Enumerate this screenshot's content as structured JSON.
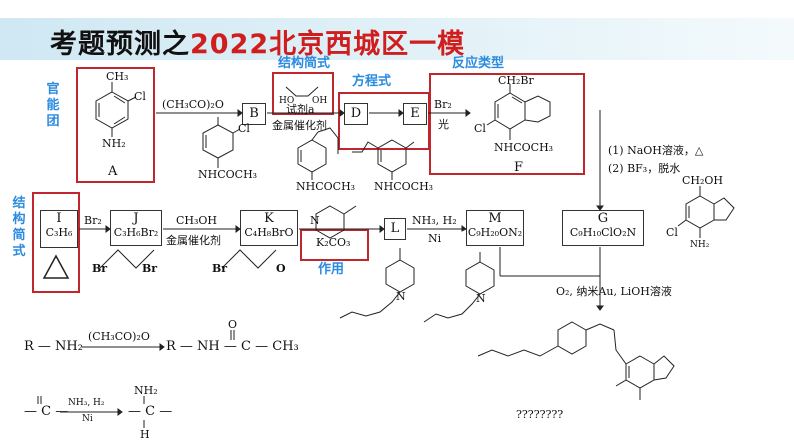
{
  "header": {
    "title_prefix": "考题预测之",
    "title_accent": "2022北京西城区一模"
  },
  "labels": {
    "functional_group": "官能团",
    "structural_formula_top": "结构简式",
    "equation": "方程式",
    "reaction_type": "反应类型",
    "structural_formula_left": "结构简式",
    "effect": "作用"
  },
  "compounds": {
    "A": {
      "label": "A",
      "substituents": [
        "CH₃",
        "Cl",
        "NH₂"
      ]
    },
    "B": {
      "label": "B"
    },
    "D": {
      "label": "D"
    },
    "E": {
      "label": "E"
    },
    "F": {
      "label": "F",
      "substituents": [
        "CH₂Br",
        "Cl",
        "NHCOCH₃"
      ]
    },
    "G": {
      "label": "G",
      "formula": "C₉H₁₀ClO₂N",
      "substituents": [
        "CH₂OH",
        "Cl",
        "NH₂"
      ]
    },
    "I": {
      "label": "I",
      "formula": "C₃H₆"
    },
    "J": {
      "label": "J",
      "formula": "C₃H₆Br₂"
    },
    "K": {
      "label": "K",
      "formula": "C₄H₈BrO"
    },
    "L": {
      "label": "L"
    },
    "M": {
      "label": "M",
      "formula": "C₉H₂₀ON₂"
    },
    "product": {
      "label": "????????"
    }
  },
  "reagents": {
    "a_to_b_top": "(CH₃CO)₂O",
    "b_struct": [
      "NHCOCH₃",
      "Cl"
    ],
    "reagent_a": "试剂a",
    "catalyst": "金属催化剂",
    "e_to_f_top": "Br₂",
    "e_to_f_bottom": "光",
    "f_to_g_1": "(1) NaOH溶液，△",
    "f_to_g_2": "(2) BF₃，脱水",
    "i_to_j": "Br₂",
    "j_to_k_top": "CH₃OH",
    "j_to_k_bottom": "金属催化剂",
    "k_to_l": "K₂CO₃",
    "l_to_m_top": "NH₃, H₂",
    "l_to_m_bottom": "Ni",
    "m_to_product": "O₂, 纳米Au, LiOH溶液",
    "br": "Br",
    "o": "O",
    "n": "N",
    "h": "H",
    "ho": "HO",
    "oh": "OH"
  },
  "legend": {
    "r1_left": "R — NH₂",
    "r1_reagent": "(CH₃CO)₂O",
    "r1_right": "R — NH — C — CH₃",
    "r1_o": "O",
    "r2_reagent_top": "NH₃, H₂",
    "r2_reagent_bottom": "Ni",
    "r2_left": "— C —",
    "r2_right": "— C —",
    "r2_nh2": "NH₂",
    "r2_h": "H"
  }
}
